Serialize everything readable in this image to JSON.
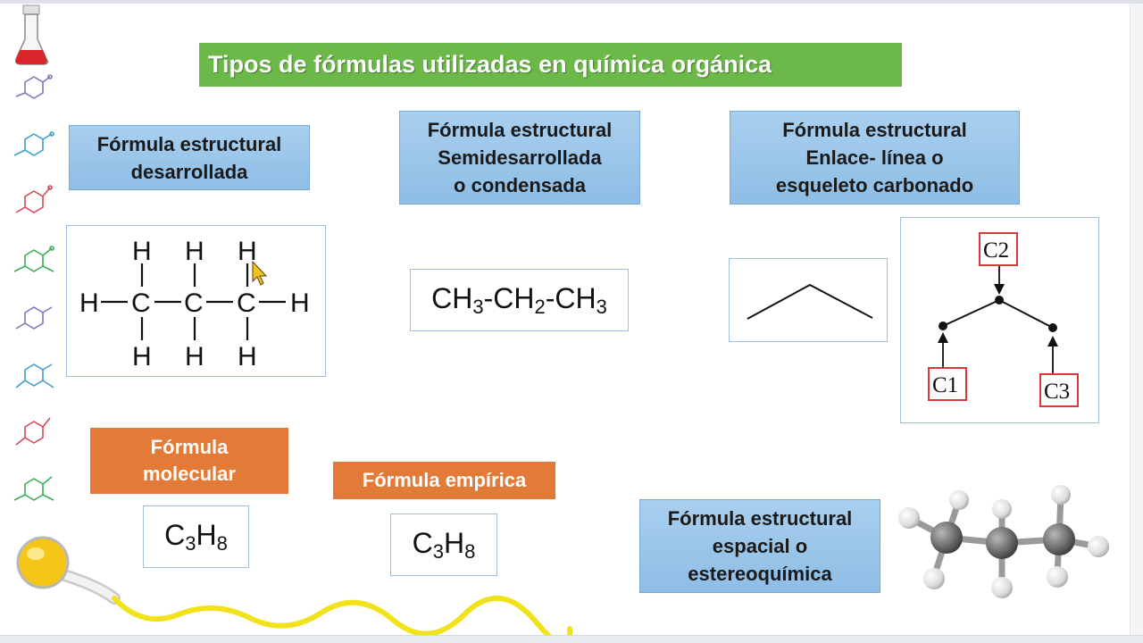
{
  "title": "Tipos de fórmulas utilizadas en química orgánica",
  "boxes": {
    "desarrollada": "Fórmula estructural\ndesarrollada",
    "semidesarrollada": "Fórmula estructural\nSemidesarrollada\no condensada",
    "enlace_linea": "Fórmula estructural\nEnlace- línea o\nesqueleto carbonado",
    "molecular": "Fórmula\nmolecular",
    "empirica": "Fórmula empírica",
    "espacial": "Fórmula estructural\nespacial o\nestereoquímica"
  },
  "structural": {
    "h": "H",
    "c": "C"
  },
  "condensed": {
    "p1": "CH",
    "s1": "3",
    "p2": "-CH",
    "s2": "2",
    "p3": "-CH",
    "s3": "3"
  },
  "molecular": {
    "a": "C",
    "a_sub": "3",
    "b": "H",
    "b_sub": "8"
  },
  "empirical": {
    "a": "C",
    "a_sub": "3",
    "b": "H",
    "b_sub": "8"
  },
  "skeleton_labels": {
    "c1": "C1",
    "c2": "C2",
    "c3": "C3"
  },
  "colors": {
    "title_bg": "#6cb94a",
    "blue_box": "#9dc6ea",
    "orange_box": "#e47a37",
    "label_border": "#d43a3a"
  },
  "icons": [
    "flask-icon",
    "molecule-icon",
    "test-tube-icon"
  ]
}
